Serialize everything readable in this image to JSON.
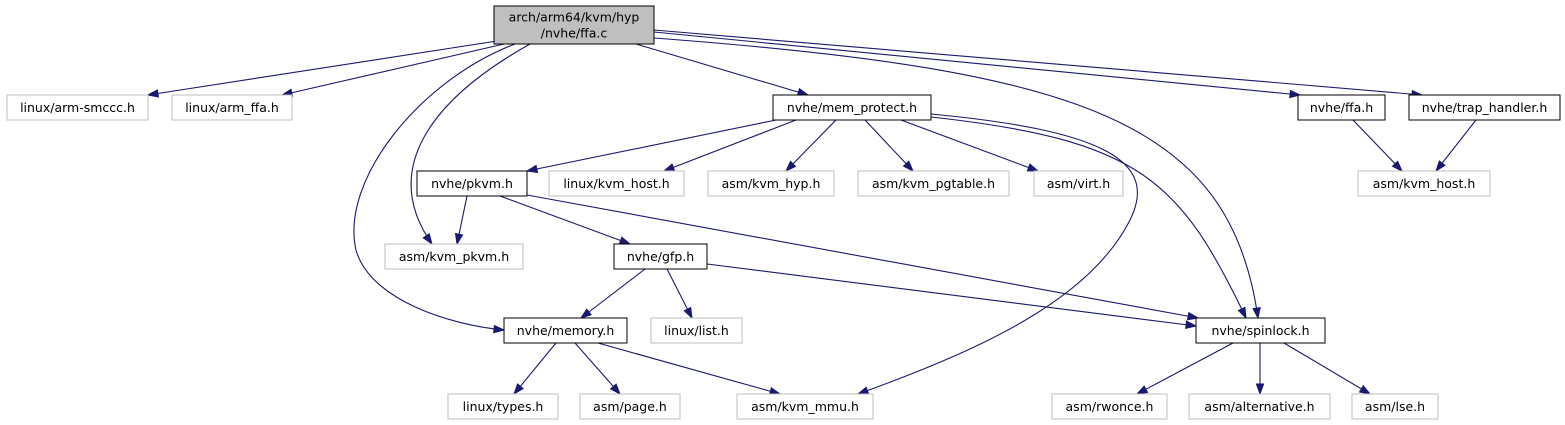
{
  "diagram": {
    "nodes": [
      {
        "id": "root",
        "lines": [
          "arch/arm64/kvm/hyp",
          "/nvhe/ffa.c"
        ],
        "kind": "root"
      },
      {
        "id": "arm_smccc",
        "lines": [
          "linux/arm-smccc.h"
        ],
        "kind": "external"
      },
      {
        "id": "arm_ffa",
        "lines": [
          "linux/arm_ffa.h"
        ],
        "kind": "external"
      },
      {
        "id": "mem_protect",
        "lines": [
          "nvhe/mem_protect.h"
        ],
        "kind": "local"
      },
      {
        "id": "nvhe_ffa",
        "lines": [
          "nvhe/ffa.h"
        ],
        "kind": "local"
      },
      {
        "id": "trap_handler",
        "lines": [
          "nvhe/trap_handler.h"
        ],
        "kind": "local"
      },
      {
        "id": "pkvm",
        "lines": [
          "nvhe/pkvm.h"
        ],
        "kind": "local"
      },
      {
        "id": "kvm_host_linux",
        "lines": [
          "linux/kvm_host.h"
        ],
        "kind": "external"
      },
      {
        "id": "kvm_hyp",
        "lines": [
          "asm/kvm_hyp.h"
        ],
        "kind": "external"
      },
      {
        "id": "kvm_pgtable",
        "lines": [
          "asm/kvm_pgtable.h"
        ],
        "kind": "external"
      },
      {
        "id": "virt",
        "lines": [
          "asm/virt.h"
        ],
        "kind": "external"
      },
      {
        "id": "kvm_host_asm",
        "lines": [
          "asm/kvm_host.h"
        ],
        "kind": "external"
      },
      {
        "id": "kvm_pkvm",
        "lines": [
          "asm/kvm_pkvm.h"
        ],
        "kind": "external"
      },
      {
        "id": "gfp",
        "lines": [
          "nvhe/gfp.h"
        ],
        "kind": "local"
      },
      {
        "id": "memory",
        "lines": [
          "nvhe/memory.h"
        ],
        "kind": "local"
      },
      {
        "id": "list",
        "lines": [
          "linux/list.h"
        ],
        "kind": "external"
      },
      {
        "id": "spinlock",
        "lines": [
          "nvhe/spinlock.h"
        ],
        "kind": "local"
      },
      {
        "id": "types",
        "lines": [
          "linux/types.h"
        ],
        "kind": "external"
      },
      {
        "id": "page",
        "lines": [
          "asm/page.h"
        ],
        "kind": "external"
      },
      {
        "id": "kvm_mmu",
        "lines": [
          "asm/kvm_mmu.h"
        ],
        "kind": "external"
      },
      {
        "id": "rwonce",
        "lines": [
          "asm/rwonce.h"
        ],
        "kind": "external"
      },
      {
        "id": "alternative",
        "lines": [
          "asm/alternative.h"
        ],
        "kind": "external"
      },
      {
        "id": "lse",
        "lines": [
          "asm/lse.h"
        ],
        "kind": "external"
      }
    ],
    "edges": [
      {
        "from": "root",
        "to": "arm_smccc"
      },
      {
        "from": "root",
        "to": "arm_ffa"
      },
      {
        "from": "root",
        "to": "mem_protect"
      },
      {
        "from": "root",
        "to": "nvhe_ffa"
      },
      {
        "from": "root",
        "to": "trap_handler"
      },
      {
        "from": "root",
        "to": "spinlock"
      },
      {
        "from": "root",
        "to": "kvm_pkvm"
      },
      {
        "from": "root",
        "to": "memory"
      },
      {
        "from": "mem_protect",
        "to": "pkvm"
      },
      {
        "from": "mem_protect",
        "to": "kvm_host_linux"
      },
      {
        "from": "mem_protect",
        "to": "kvm_hyp"
      },
      {
        "from": "mem_protect",
        "to": "kvm_pgtable"
      },
      {
        "from": "mem_protect",
        "to": "virt"
      },
      {
        "from": "mem_protect",
        "to": "kvm_mmu"
      },
      {
        "from": "mem_protect",
        "to": "spinlock"
      },
      {
        "from": "nvhe_ffa",
        "to": "kvm_host_asm"
      },
      {
        "from": "trap_handler",
        "to": "kvm_host_asm"
      },
      {
        "from": "pkvm",
        "to": "kvm_pkvm"
      },
      {
        "from": "pkvm",
        "to": "gfp"
      },
      {
        "from": "pkvm",
        "to": "spinlock"
      },
      {
        "from": "gfp",
        "to": "memory"
      },
      {
        "from": "gfp",
        "to": "list"
      },
      {
        "from": "gfp",
        "to": "spinlock"
      },
      {
        "from": "memory",
        "to": "types"
      },
      {
        "from": "memory",
        "to": "page"
      },
      {
        "from": "memory",
        "to": "kvm_mmu"
      },
      {
        "from": "spinlock",
        "to": "rwonce"
      },
      {
        "from": "spinlock",
        "to": "alternative"
      },
      {
        "from": "spinlock",
        "to": "lse"
      }
    ]
  },
  "colors": {
    "edge": "#191970",
    "root_fill": "#bfbfbf",
    "local_border": "#000000",
    "external_border": "#bfbfbf"
  }
}
